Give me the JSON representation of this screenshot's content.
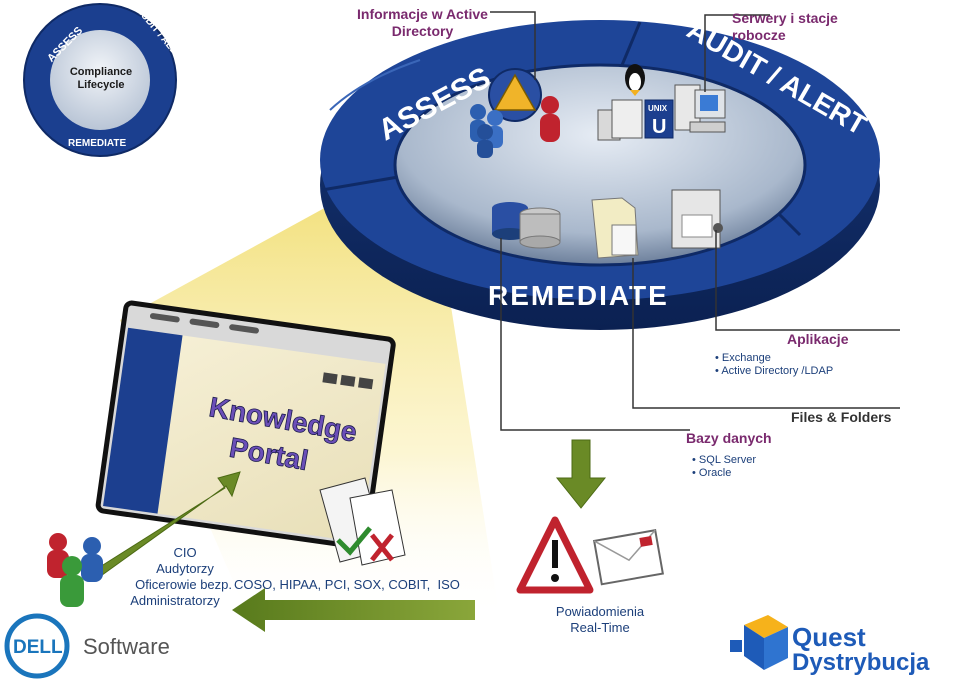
{
  "mini_cycle": {
    "center_title": "Compliance Lifecycle",
    "assess": "ASSESS",
    "audit": "AUDIT / ALERT",
    "remediate": "REMEDIATE"
  },
  "ring": {
    "assess": "ASSESS",
    "audit": "AUDIT / ALERT",
    "remediate": "REMEDIATE"
  },
  "callouts": {
    "ad_title": "Informacje w Active Directory",
    "servers_title": "Serwery i stacje robocze",
    "apps_title": "Aplikacje",
    "apps_items": [
      "Exchange",
      "Active Directory /LDAP"
    ],
    "files_title": "Files & Folders",
    "db_title": "Bazy danych",
    "db_items": [
      "SQL Server",
      "Oracle"
    ]
  },
  "icons": {
    "unix_label": "UNIX",
    "unix_letter": "U"
  },
  "portal": {
    "title_line1": "Knowledge",
    "title_line2": "Portal"
  },
  "roles": [
    "CIO",
    "Audytorzy",
    "Oficerowie bezp.",
    "Administratorzy"
  ],
  "standards": "COSO, HIPAA, PCI, SOX, COBIT,  ISO",
  "notifications": "Powiadomienia Real-Time",
  "logos": {
    "dell": "DELL",
    "software": "Software",
    "quest": "Quest",
    "dystrybucja": "Dystrybucja"
  },
  "colors": {
    "ring_blue": "#1b3f8f",
    "ring_dark": "#0f2a66",
    "green_arrow": "#6a8a26",
    "label_purple": "#7a2a6e",
    "label_navy": "#1c3f7a",
    "quest_blue": "#1e5bb8"
  }
}
